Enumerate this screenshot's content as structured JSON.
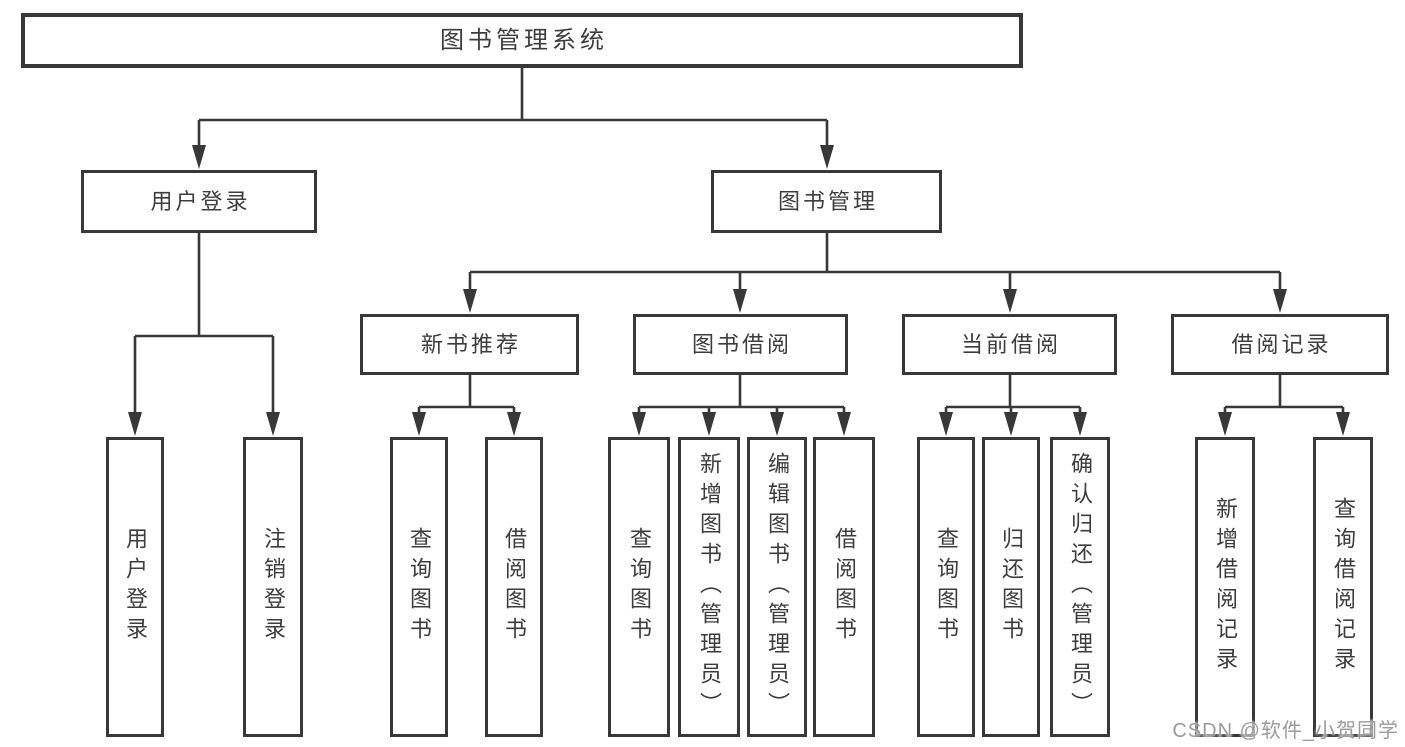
{
  "tree": {
    "root": {
      "label": "图书管理系统",
      "children": [
        {
          "label": "用户登录",
          "children": [
            {
              "label": "用户登录"
            },
            {
              "label": "注销登录"
            }
          ]
        },
        {
          "label": "图书管理",
          "children": [
            {
              "label": "新书推荐",
              "children": [
                {
                  "label": "查询图书"
                },
                {
                  "label": "借阅图书"
                }
              ]
            },
            {
              "label": "图书借阅",
              "children": [
                {
                  "label": "查询图书"
                },
                {
                  "label": "新增图书（管理员）"
                },
                {
                  "label": "编辑图书（管理员）"
                },
                {
                  "label": "借阅图书"
                }
              ]
            },
            {
              "label": "当前借阅",
              "children": [
                {
                  "label": "查询图书"
                },
                {
                  "label": "归还图书"
                },
                {
                  "label": "确认归还（管理员）"
                }
              ]
            },
            {
              "label": "借阅记录",
              "children": [
                {
                  "label": "新增借阅记录"
                },
                {
                  "label": "查询借阅记录"
                }
              ]
            }
          ]
        }
      ]
    }
  },
  "watermark": {
    "text": "CSDN @软件_小贺同学"
  },
  "colors": {
    "line": "#383838",
    "box_border": "#383838",
    "text": "#3d3d3d",
    "watermark": "#9b9b9b",
    "background": "#ffffff"
  }
}
